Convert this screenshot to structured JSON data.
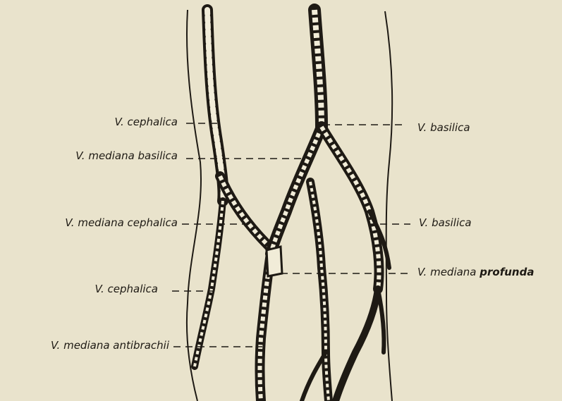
{
  "labels_left": [
    "V. cephalica",
    "V. mediana basilica",
    "V. mediana cephalica",
    "V. cephalica",
    "V. mediana antibrachii"
  ],
  "labels_right": [
    "V. basilica",
    "V. basilica"
  ],
  "label_profunda": {
    "prefix": "V. mediana",
    "suffix": "profunda"
  },
  "colors": {
    "paper": "#e9e3cc",
    "ink": "#1e1a14"
  }
}
